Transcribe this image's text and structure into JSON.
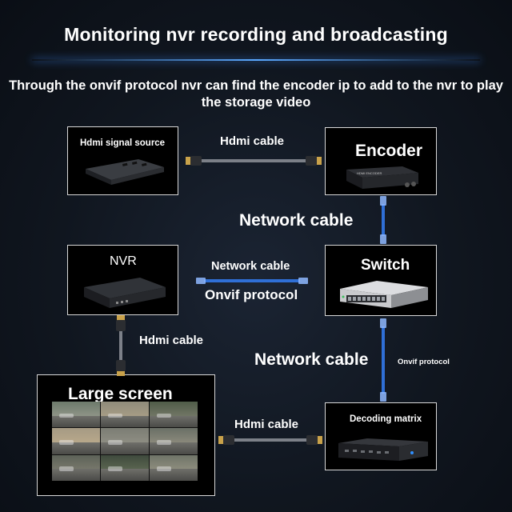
{
  "header": {
    "title": "Monitoring nvr recording and broadcasting",
    "subtitle": "Through the onvif protocol nvr can find the encoder ip to add to the nvr to play the storage video"
  },
  "nodes": {
    "hdmi_source": {
      "label": "Hdmi signal source"
    },
    "encoder": {
      "label": "Encoder",
      "device_text": "HDMI ENCODER"
    },
    "nvr": {
      "label": "NVR"
    },
    "switch": {
      "label": "Switch"
    },
    "large_screen": {
      "label": "Large screen"
    },
    "decoding_matrix": {
      "label": "Decoding matrix"
    }
  },
  "connections": {
    "source_to_encoder": {
      "label": "Hdmi cable"
    },
    "encoder_to_switch": {
      "label": "Network cable"
    },
    "nvr_to_switch": {
      "label_top": "Network cable",
      "label_bottom": "Onvif protocol"
    },
    "nvr_to_screen": {
      "label": "Hdmi cable"
    },
    "switch_to_matrix": {
      "label": "Network cable",
      "note": "Onvif protocol"
    },
    "matrix_to_screen": {
      "label": "Hdmi cable"
    }
  },
  "colors": {
    "background": "#10161f",
    "accent_glow": "#5aa8ff",
    "network_cable": "#2f6fd6",
    "hdmi_cable": "#7c8088",
    "box_border": "#d8d8d8"
  }
}
